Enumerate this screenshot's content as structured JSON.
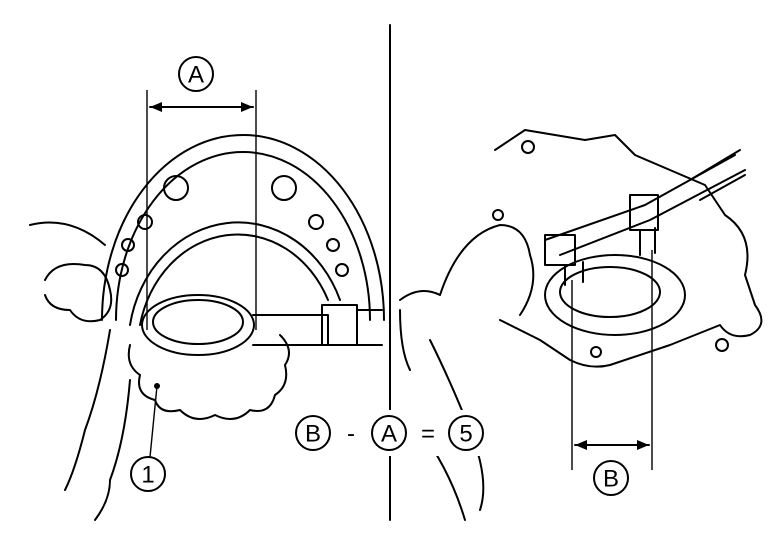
{
  "labels": {
    "dimension_a": "A",
    "dimension_b": "B",
    "part_1": "1"
  },
  "formula": {
    "term1": "B",
    "minus": "-",
    "term2": "A",
    "equals": "=",
    "result": "5"
  }
}
